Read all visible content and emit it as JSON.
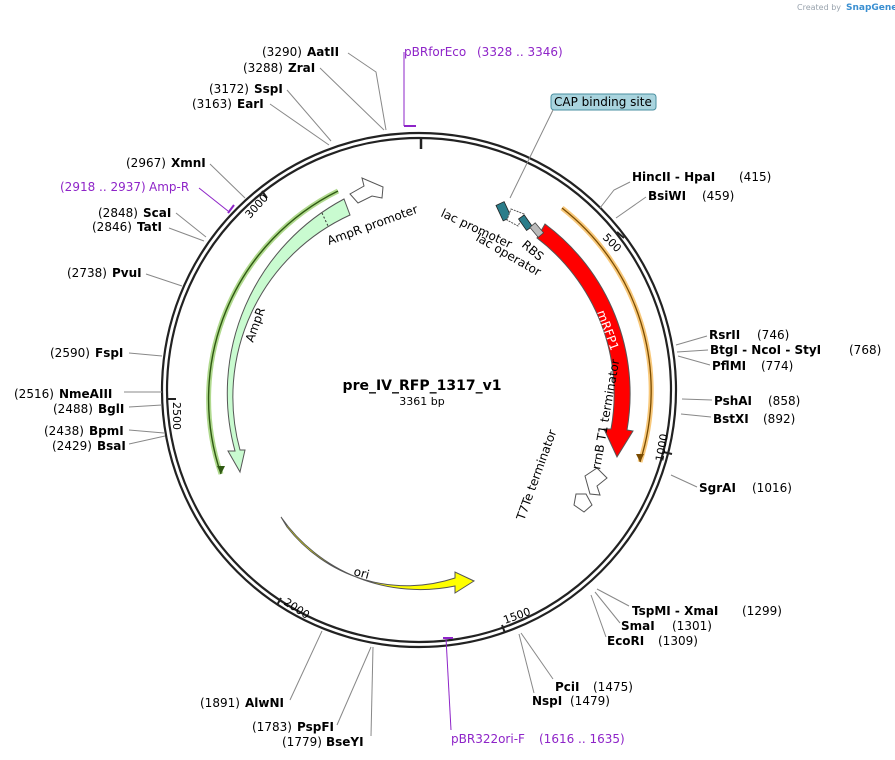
{
  "brand": {
    "created_by": "Created by",
    "name": "SnapGene"
  },
  "plasmid": {
    "name": "pre_IV_RFP_1317_v1",
    "length": "3361 bp",
    "length_bp": 3361
  },
  "ticks": [
    {
      "label": "500",
      "bp": 500
    },
    {
      "label": "1000",
      "bp": 1000
    },
    {
      "label": "1500",
      "bp": 1500
    },
    {
      "label": "2000",
      "bp": 2000
    },
    {
      "label": "2500",
      "bp": 2500
    },
    {
      "label": "3000",
      "bp": 3000
    }
  ],
  "enzymes": [
    {
      "name": "AatII",
      "pos": "(3290)",
      "bp": 3290
    },
    {
      "name": "ZraI",
      "pos": "(3288)",
      "bp": 3288
    },
    {
      "name": "SspI",
      "pos": "(3172)",
      "bp": 3172
    },
    {
      "name": "EarI",
      "pos": "(3163)",
      "bp": 3163
    },
    {
      "name": "XmnI",
      "pos": "(2967)",
      "bp": 2967
    },
    {
      "name": "ScaI",
      "pos": "(2848)",
      "bp": 2848
    },
    {
      "name": "TatI",
      "pos": "(2846)",
      "bp": 2846
    },
    {
      "name": "PvuI",
      "pos": "(2738)",
      "bp": 2738
    },
    {
      "name": "FspI",
      "pos": "(2590)",
      "bp": 2590
    },
    {
      "name": "NmeAIII",
      "pos": "(2516)",
      "bp": 2516
    },
    {
      "name": "BglI",
      "pos": "(2488)",
      "bp": 2488
    },
    {
      "name": "BpmI",
      "pos": "(2438)",
      "bp": 2438
    },
    {
      "name": "BsaI",
      "pos": "(2429)",
      "bp": 2429
    },
    {
      "name": "AlwNI",
      "pos": "(1891)",
      "bp": 1891
    },
    {
      "name": "PspFI",
      "pos": "(1783)",
      "bp": 1783
    },
    {
      "name": "BseYI",
      "pos": "(1779)",
      "bp": 1779
    },
    {
      "name": "HincII  - HpaI",
      "pos": "(415)",
      "bp": 415
    },
    {
      "name": "BsiWI",
      "pos": "(459)",
      "bp": 459
    },
    {
      "name": "RsrII",
      "pos": "(746)",
      "bp": 746
    },
    {
      "name": "BtgI  - NcoI  - StyI",
      "pos": "(768)",
      "bp": 768
    },
    {
      "name": "PflMI",
      "pos": "(774)",
      "bp": 774
    },
    {
      "name": "PshAI",
      "pos": "(858)",
      "bp": 858
    },
    {
      "name": "BstXI",
      "pos": "(892)",
      "bp": 892
    },
    {
      "name": "SgrAI",
      "pos": "(1016)",
      "bp": 1016
    },
    {
      "name": "TspMI  - XmaI",
      "pos": "(1299)",
      "bp": 1299
    },
    {
      "name": "SmaI",
      "pos": "(1301)",
      "bp": 1301
    },
    {
      "name": "EcoRI",
      "pos": "(1309)",
      "bp": 1309
    },
    {
      "name": "PciI",
      "pos": "(1475)",
      "bp": 1475
    },
    {
      "name": "NspI",
      "pos": "(1479)",
      "bp": 1479
    }
  ],
  "primers": [
    {
      "name": "pBRforEco",
      "range": "(3328 .. 3346)"
    },
    {
      "name": "Amp-R",
      "range": "(2918 .. 2937)"
    },
    {
      "name": "pBR322ori-F",
      "range": "(1616 .. 1635)"
    }
  ],
  "features": {
    "cap_site": "CAP binding site",
    "lac_promoter": "lac promoter",
    "lac_operator": "lac operator",
    "rbs": "RBS",
    "mrfp1": "mRFP1",
    "rrnb_t1": "rrnB T1 terminator",
    "t7te": "T7Te terminator",
    "ampr": "AmpR",
    "ampr_promoter": "AmpR promoter",
    "ori": "ori"
  },
  "colors": {
    "backbone": "#222222",
    "primer": "#8e24c8",
    "mrfp1": "#ff0000",
    "ampr": "#c9fbd0",
    "ori": "#ffff00",
    "cap": "#a9d4de",
    "promoter": "#2b7d8a",
    "orange_orf": "#f0a030",
    "green_orf": "#7bc043"
  }
}
